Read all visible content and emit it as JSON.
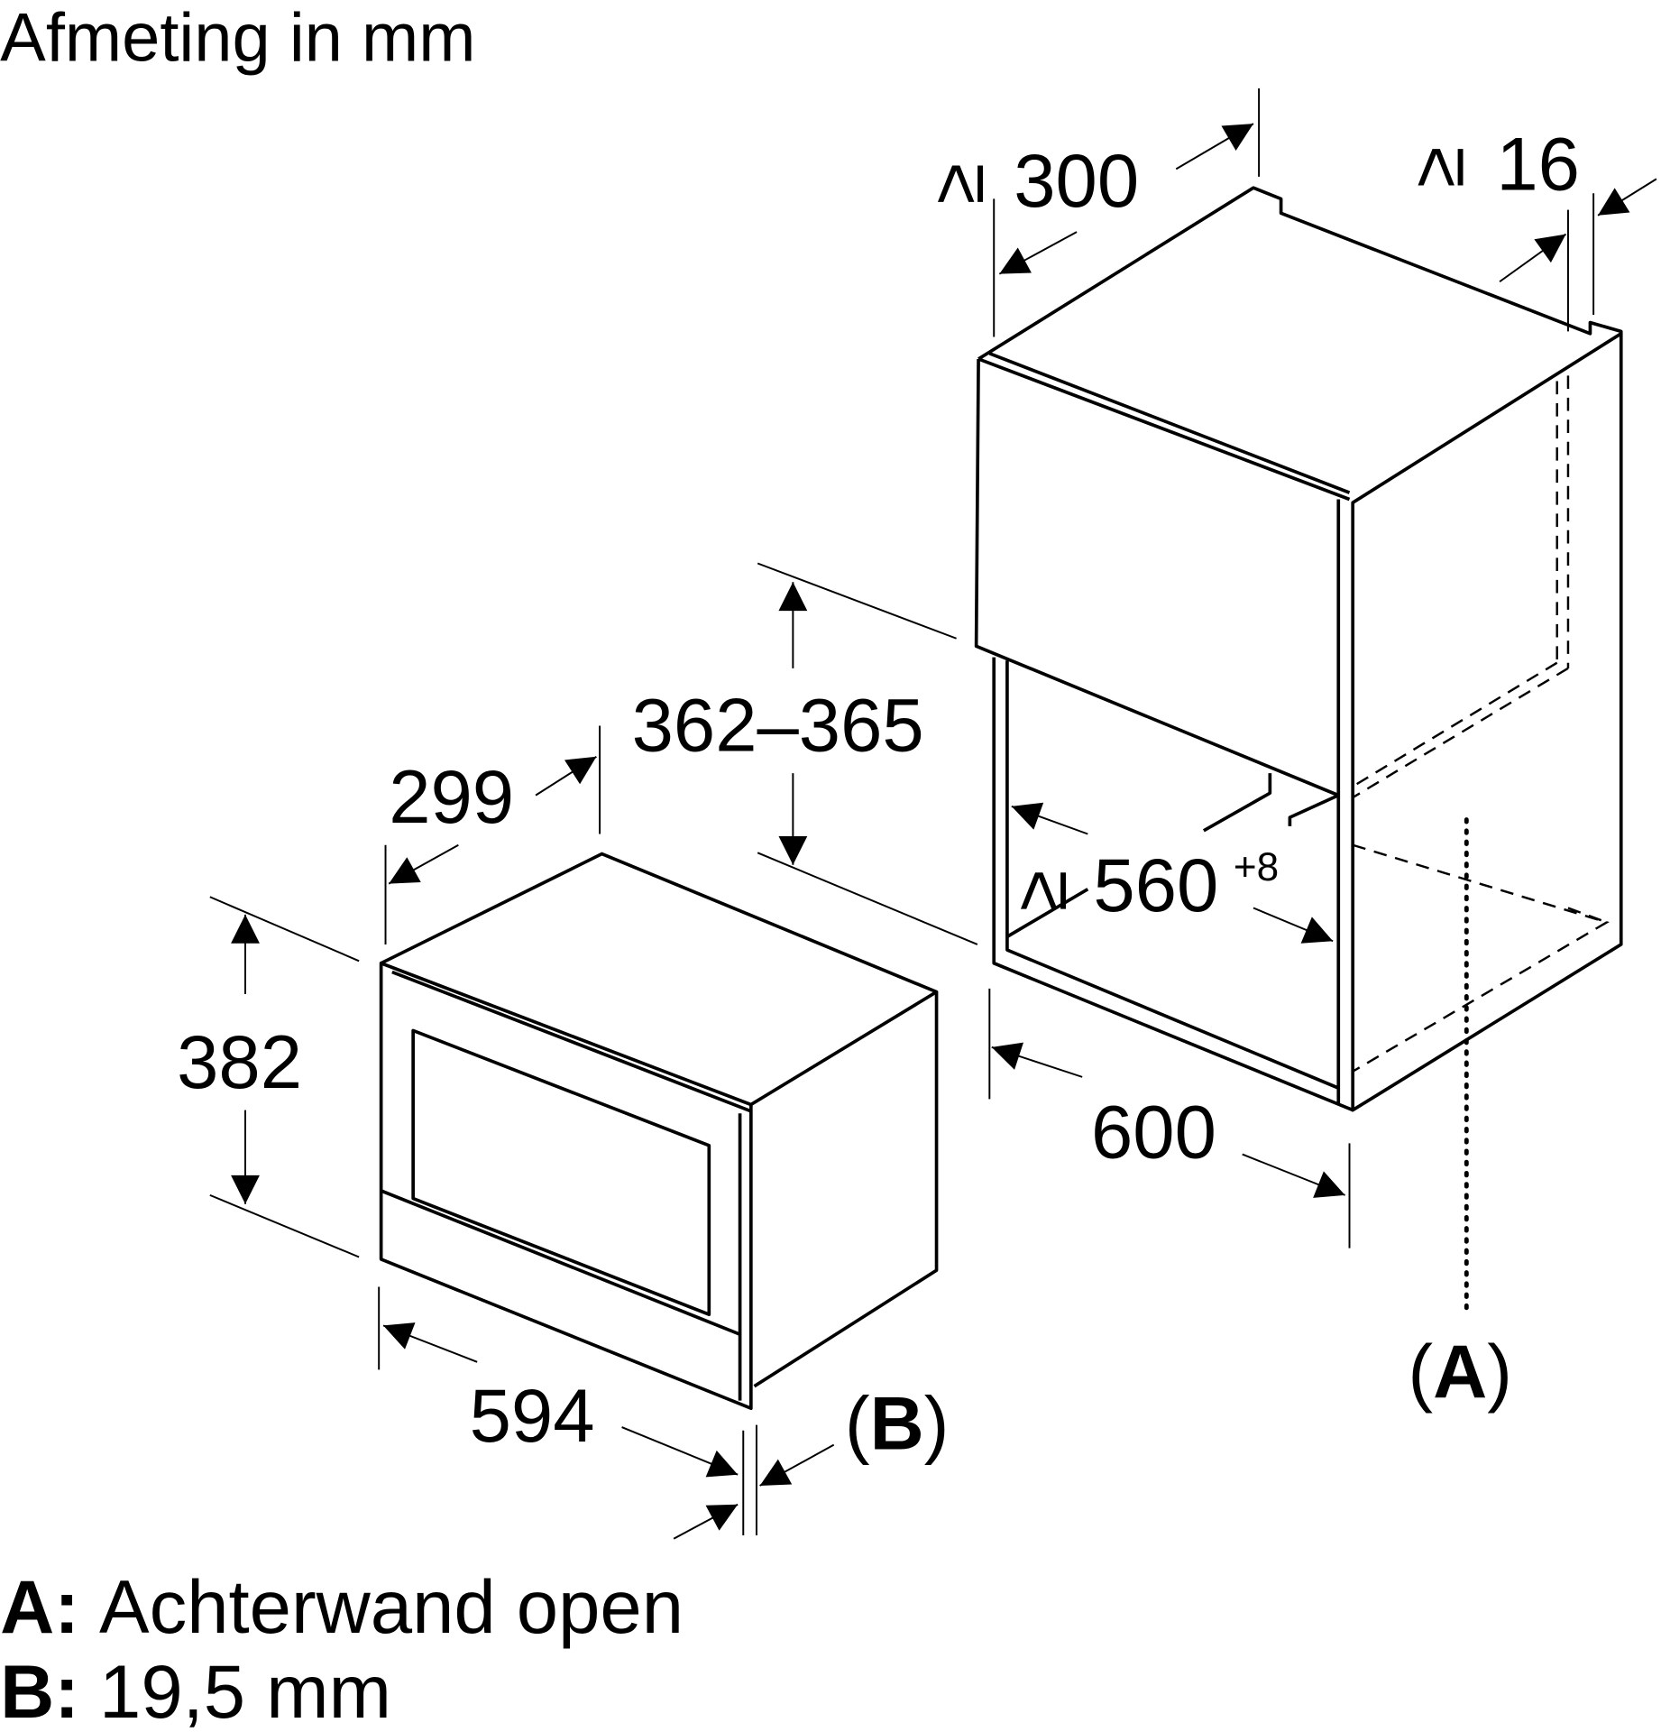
{
  "title": "Afmeting in mm",
  "dimensions": {
    "niche_depth": {
      "prefix": "≥",
      "value": "300"
    },
    "rear_gap": {
      "prefix": "≥",
      "value": "16"
    },
    "niche_height": "362–365",
    "niche_width": {
      "prefix": "≥",
      "value": "560",
      "tolerance": "+8"
    },
    "cabinet_width": "600",
    "device_depth": "299",
    "device_height": "382",
    "device_width": "594"
  },
  "markers": {
    "a": {
      "open": "(",
      "letter": "A",
      "close": ")"
    },
    "b": {
      "open": "(",
      "letter": "B",
      "close": ")"
    }
  },
  "legend": [
    {
      "key": "A:",
      "text": "Achterwand open"
    },
    {
      "key": "B:",
      "text": "19,5 mm"
    }
  ]
}
